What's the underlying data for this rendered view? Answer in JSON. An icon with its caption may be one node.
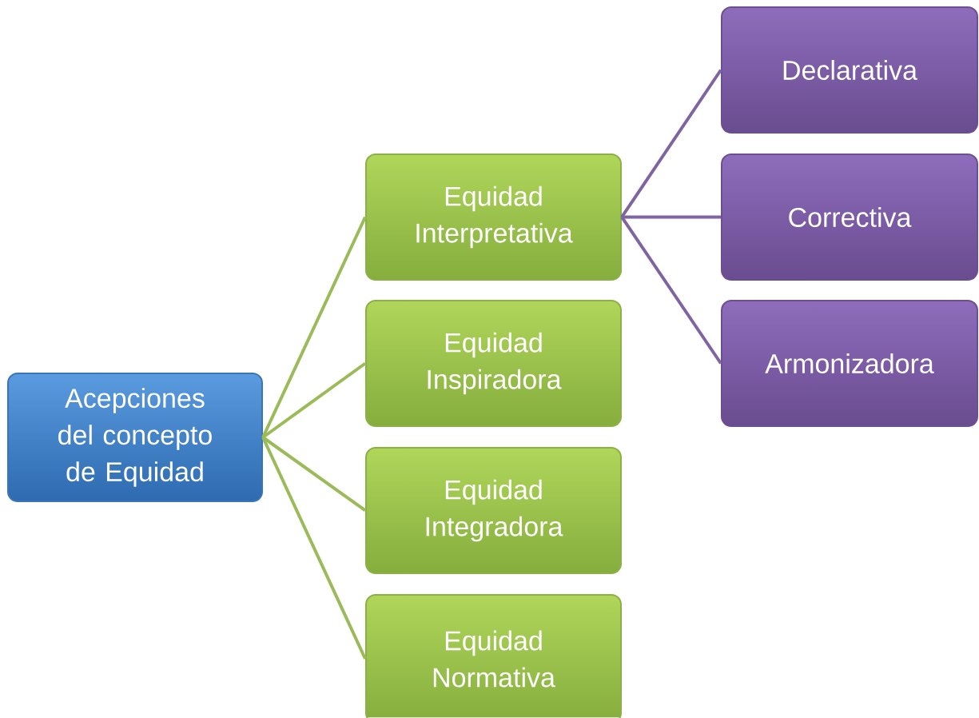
{
  "diagram": {
    "nodes": [
      {
        "text": [
          "Acepciones del concepto de Equidad"
        ]
      },
      {
        "text": [
          "Equidad Interpretativa"
        ]
      },
      {
        "text": [
          "Equidad Inspiradora"
        ]
      },
      {
        "text": [
          "Equidad Integradora"
        ]
      },
      {
        "text": [
          "Equidad Normativa"
        ]
      },
      {
        "text": [
          "Declarativa"
        ]
      },
      {
        "text": [
          "Correctiva"
        ]
      },
      {
        "text": [
          "Armonizadora"
        ]
      }
    ],
    "edges": [
      {
        "from": 0,
        "to": 1,
        "arrow": "none"
      },
      {
        "from": 0,
        "to": 2,
        "arrow": "none"
      },
      {
        "from": 0,
        "to": 3,
        "arrow": "none"
      },
      {
        "from": 0,
        "to": 4,
        "arrow": "none"
      },
      {
        "from": 1,
        "to": 5,
        "arrow": "none",
        "color": "#8064a2"
      },
      {
        "from": 1,
        "to": 6,
        "arrow": "none",
        "color": "#8064a2"
      },
      {
        "from": 1,
        "to": 7,
        "arrow": "none",
        "color": "#8064a2"
      }
    ]
  }
}
